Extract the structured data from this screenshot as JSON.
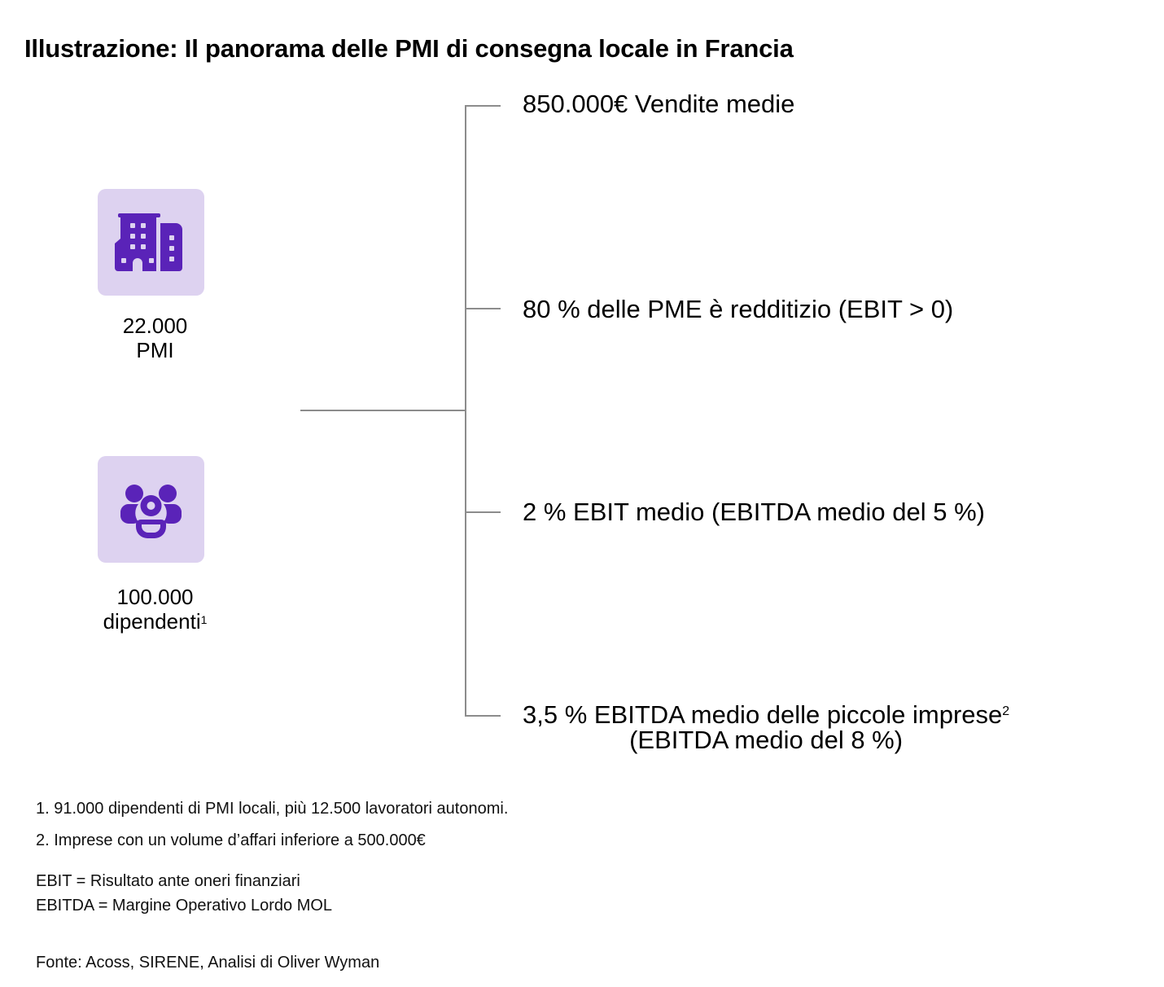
{
  "title": "Illustrazione: Il panorama delle PMI di consegna locale in Francia",
  "colors": {
    "icon_bg": "#ddd2f0",
    "icon_fg": "#5a23b8",
    "line": "#8c8c8c"
  },
  "left_stats": [
    {
      "icon": "office-building-icon",
      "value": "22.000",
      "label": "PMI",
      "sup": ""
    },
    {
      "icon": "people-group-icon",
      "value": "100.000",
      "label": "dipendenti",
      "sup": "1"
    }
  ],
  "branches": [
    {
      "text": "850.000€ Vendite medie"
    },
    {
      "text": "80 % delle PME è redditizio (EBIT > 0)"
    },
    {
      "text": "2 % EBIT medio (EBITDA medio del 5 %)"
    },
    {
      "text": "3,5 % EBITDA medio delle piccole imprese",
      "sup": "2",
      "line2": "(EBITDA medio del 8 %)"
    }
  ],
  "footnotes": [
    "1. 91.000 dipendenti di PMI locali, più 12.500 lavoratori autonomi.",
    "2. Imprese con un volume d’affari inferiore a 500.000€"
  ],
  "definitions": [
    "EBIT = Risultato ante oneri finanziari",
    "EBITDA = Margine Operativo Lordo MOL"
  ],
  "source": "Fonte: Acoss, SIRENE, Analisi di Oliver Wyman"
}
